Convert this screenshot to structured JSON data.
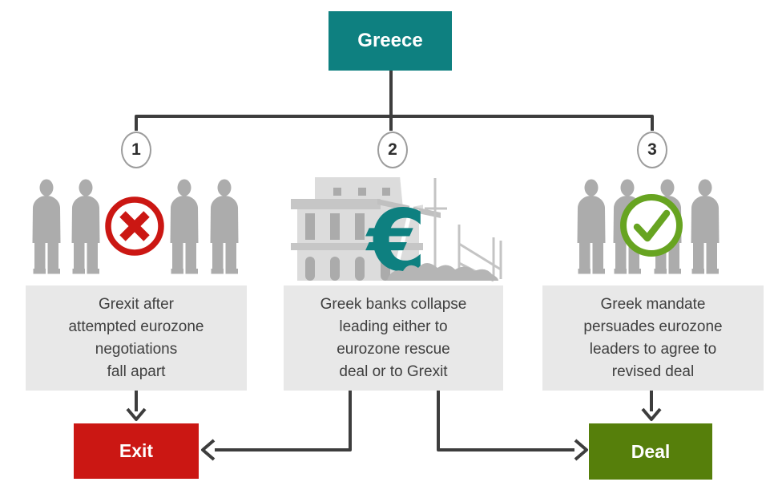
{
  "root_node": {
    "label": "Greece"
  },
  "branch_numbers": [
    "1",
    "2",
    "3"
  ],
  "scenarios": [
    {
      "number": "1",
      "icon": "crowd-with-cross",
      "lines": [
        "Grexit after",
        "attempted eurozone",
        "negotiations",
        "fall apart"
      ],
      "leads_to": "Exit"
    },
    {
      "number": "2",
      "icon": "collapsing-bank-with-euro",
      "lines": [
        "Greek banks collapse",
        "leading either to",
        "eurozone rescue",
        "deal or to Grexit"
      ],
      "leads_to": "Exit or Deal"
    },
    {
      "number": "3",
      "icon": "crowd-with-check",
      "lines": [
        "Greek mandate",
        "persuades eurozone",
        "leaders to agree to",
        "revised deal"
      ],
      "leads_to": "Deal"
    }
  ],
  "outcomes": {
    "exit": {
      "label": "Exit",
      "color": "#CB1713"
    },
    "deal": {
      "label": "Deal",
      "color": "#567F0B"
    }
  },
  "colors": {
    "root_teal": "#0E8080",
    "euro_teal": "#0E8080",
    "cross_red": "#CB1713",
    "check_green": "#67A421",
    "connector_gray": "#3D3D3D",
    "panel_gray": "#E8E8E8",
    "people_gray": "#ACACAC"
  }
}
